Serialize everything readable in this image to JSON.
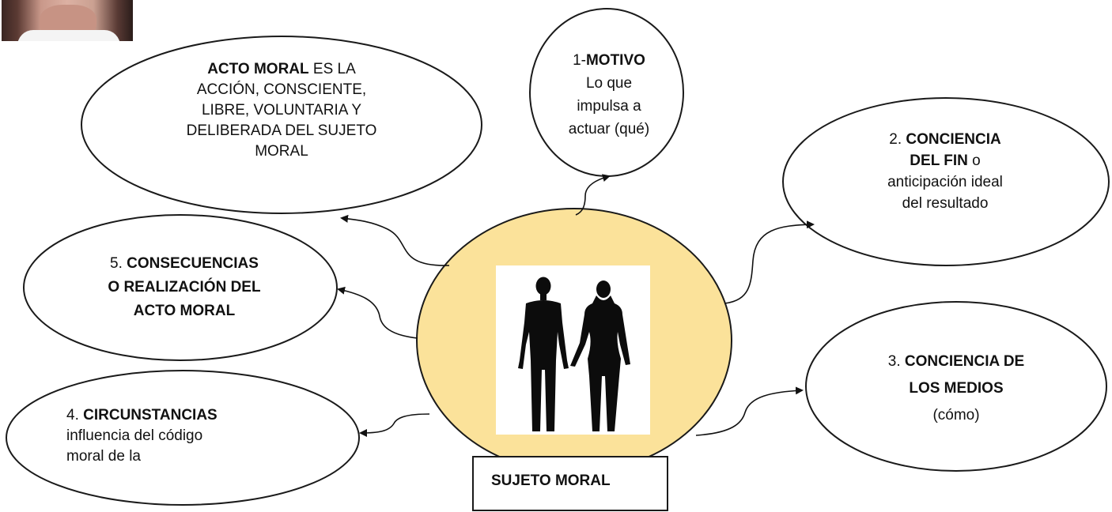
{
  "colors": {
    "center_fill": "#FBE29A",
    "stroke": "#1a1a1a",
    "silhouette": "#0c0c0c"
  },
  "portrait": {
    "icon": "person-photo-icon"
  },
  "center": {
    "image_icon": "couple-silhouette-icon",
    "label": "SUJETO MORAL"
  },
  "nodes": {
    "acto_moral": {
      "bold": "ACTO MORAL",
      "line1_rest": " ES LA",
      "line2": "ACCIÓN, CONSCIENTE,",
      "line3": "LIBRE, VOLUNTARIA Y",
      "line4": "DELIBERADA DEL SUJETO",
      "line5": "MORAL"
    },
    "motivo": {
      "number": "1-",
      "bold": "MOTIVO",
      "line2": "Lo que",
      "line3": "impulsa a",
      "line4": "actuar (qué)"
    },
    "conciencia_fin": {
      "number": "2. ",
      "bold1": "CONCIENCIA",
      "bold2": "DEL FIN",
      "line2_rest": " o",
      "line3": "anticipación ideal",
      "line4": "del resultado"
    },
    "conciencia_medios": {
      "number": "3. ",
      "bold1": "CONCIENCIA DE",
      "bold2": "LOS MEDIOS",
      "line3": "(cómo)"
    },
    "circunstancias": {
      "number": "4. ",
      "bold": "CIRCUNSTANCIAS",
      "line2": "influencia del código",
      "line3": "moral de la"
    },
    "consecuencias": {
      "number": "5. ",
      "bold1": "CONSECUENCIAS",
      "bold2": "O REALIZACIÓN DEL",
      "bold3": "ACTO MORAL"
    }
  }
}
